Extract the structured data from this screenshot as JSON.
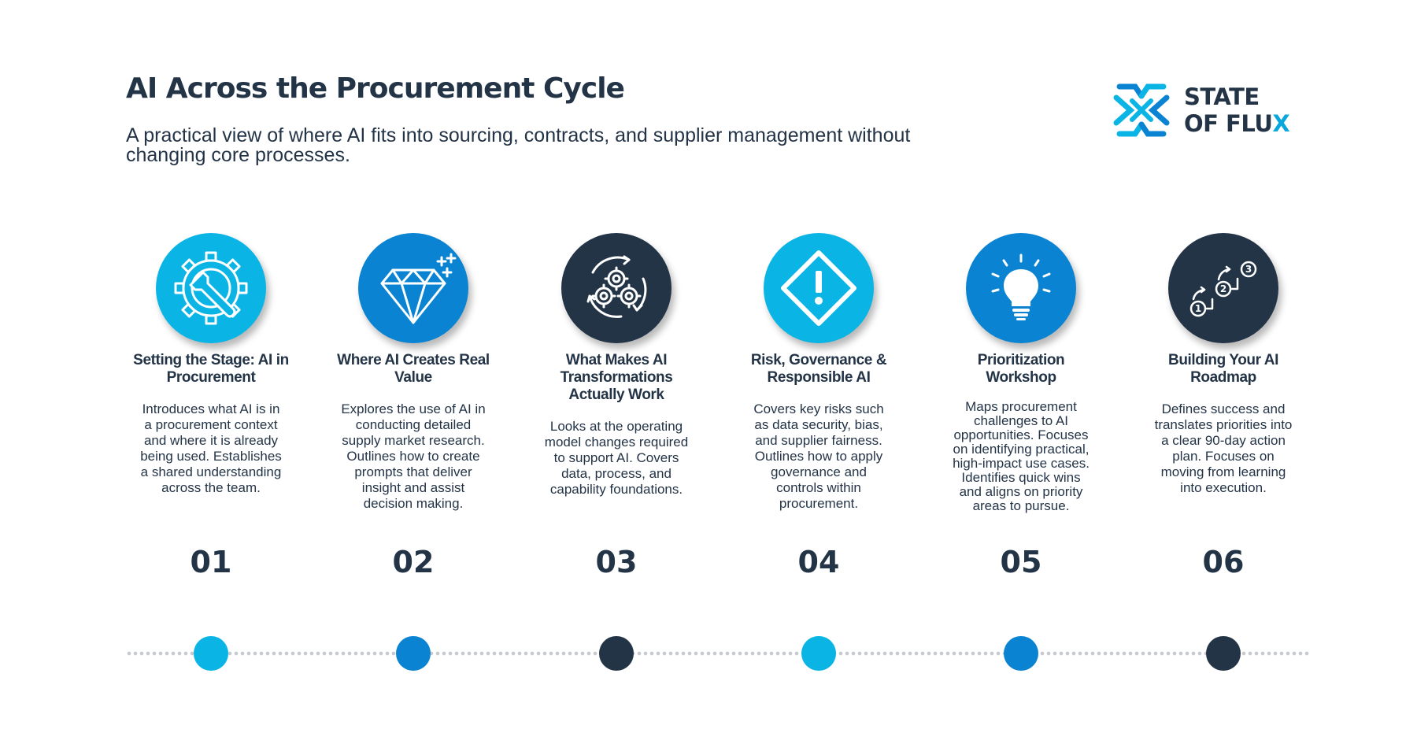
{
  "header": {
    "title": "AI Across the Procurement Cycle",
    "subtitle": "A practical view of where AI fits into sourcing, contracts, and supplier management without changing core processes."
  },
  "logo": {
    "line1": "STATE",
    "line2_prefix": "OF FLU",
    "line2_accent": "X",
    "icon": "state-of-flux-x-mark"
  },
  "colors": {
    "cyan": "#0ab5e6",
    "blue": "#0a84d2",
    "navy": "#243447",
    "dot_line": "#c6c9ce"
  },
  "steps": [
    {
      "number": "01",
      "title": "Setting the Stage: AI in Procurement",
      "description": "Introduces what AI is in a procurement context and where it is already being used. Establishes a shared understanding across the team.",
      "icon": "gear-wrench-icon",
      "color": "cyan"
    },
    {
      "number": "02",
      "title": "Where AI Creates Real Value",
      "description": "Explores the use of AI in conducting detailed supply market research. Outlines how to create prompts that deliver insight and assist decision making.",
      "icon": "diamond-sparkle-icon",
      "color": "blue"
    },
    {
      "number": "03",
      "title": "What Makes AI Transformations Actually Work",
      "description": "Looks at the operating model changes required to support AI. Covers data, process, and capability foundations.",
      "icon": "gears-cycle-icon",
      "color": "navy"
    },
    {
      "number": "04",
      "title": "Risk, Governance & Responsible AI",
      "description": "Covers key risks such as data security, bias, and supplier fairness. Outlines how to apply governance and controls within procurement.",
      "icon": "warning-diamond-icon",
      "color": "cyan"
    },
    {
      "number": "05",
      "title": "Prioritization Workshop",
      "description": "Maps procurement challenges to AI opportunities. Focuses on identifying practical, high-impact use cases. Identifies quick wins and aligns on priority areas to pursue.",
      "icon": "lightbulb-icon",
      "color": "blue"
    },
    {
      "number": "06",
      "title": "Building Your AI Roadmap",
      "description": "Defines success and translates priorities into a clear 90-day action plan. Focuses on moving from learning into execution.",
      "icon": "roadmap-steps-icon",
      "color": "navy"
    },
    {
      "icon_text": {
        "s1": "1",
        "s2": "2",
        "s3": "3"
      }
    }
  ]
}
